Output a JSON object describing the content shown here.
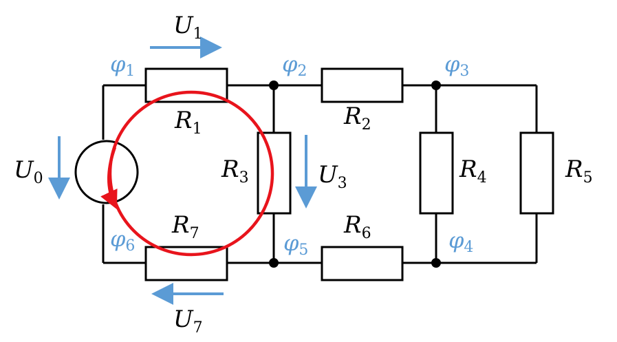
{
  "colors": {
    "wire": "#000000",
    "potential": "#5b9bd5",
    "voltage_arrow": "#5b9bd5",
    "mesh_loop": "#e8141c",
    "background": "#ffffff"
  },
  "resistors": [
    {
      "id": "R1",
      "sym": "R",
      "sub": "1"
    },
    {
      "id": "R2",
      "sym": "R",
      "sub": "2"
    },
    {
      "id": "R3",
      "sym": "R",
      "sub": "3"
    },
    {
      "id": "R4",
      "sym": "R",
      "sub": "4"
    },
    {
      "id": "R5",
      "sym": "R",
      "sub": "5"
    },
    {
      "id": "R6",
      "sym": "R",
      "sub": "6"
    },
    {
      "id": "R7",
      "sym": "R",
      "sub": "7"
    }
  ],
  "voltages": [
    {
      "id": "U0",
      "sym": "U",
      "sub": "0"
    },
    {
      "id": "U1",
      "sym": "U",
      "sub": "1"
    },
    {
      "id": "U3",
      "sym": "U",
      "sub": "3"
    },
    {
      "id": "U7",
      "sym": "U",
      "sub": "7"
    }
  ],
  "potentials": [
    {
      "id": "phi1",
      "sym": "φ",
      "sub": "1"
    },
    {
      "id": "phi2",
      "sym": "φ",
      "sub": "2"
    },
    {
      "id": "phi3",
      "sym": "φ",
      "sub": "3"
    },
    {
      "id": "phi4",
      "sym": "φ",
      "sub": "4"
    },
    {
      "id": "phi5",
      "sym": "φ",
      "sub": "5"
    },
    {
      "id": "phi6",
      "sym": "φ",
      "sub": "6"
    }
  ]
}
